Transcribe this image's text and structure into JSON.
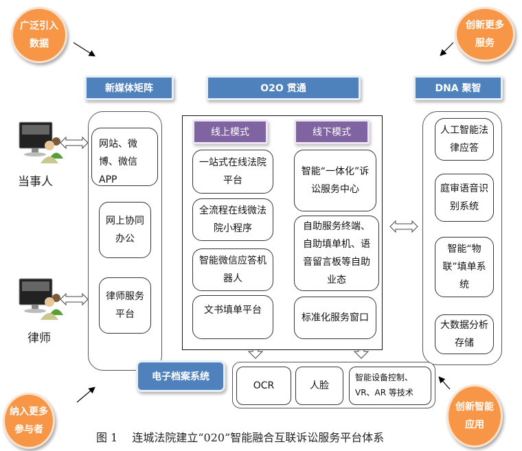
{
  "corner_circles": {
    "top_left": "广泛引入数据",
    "top_right": "创新更多服务",
    "bottom_left": "纳入更多参与者",
    "bottom_right": "创新智能应用"
  },
  "headers": {
    "new_media": "新媒体矩阵",
    "o2o": "O2O 贯通",
    "dna": "DNA 聚智",
    "archive": "电子档案系统"
  },
  "actors": {
    "party": "当事人",
    "lawyer": "律师"
  },
  "left_column": {
    "items": [
      "网站、微博、微信APP",
      "网上协同办公",
      "律师服务平台"
    ]
  },
  "center": {
    "online_label": "线上模式",
    "offline_label": "线下模式",
    "online_items": [
      "一站式在线法院平台",
      "全流程在线微法院小程序",
      "智能微信应答机器人",
      "文书填单平台"
    ],
    "offline_items": [
      "智能“一体化”诉讼服务中心",
      "自助服务终端、自助填单机、语音留言板等自助业态",
      "标准化服务窗口"
    ]
  },
  "right_column": {
    "items": [
      "人工智能法律应答",
      "庭审语音识别系统",
      "智能“物联”填单系统",
      "大数据分析存储"
    ]
  },
  "tech_row": {
    "items": [
      "OCR",
      "人脸",
      "智能设备控制、VR、AR 等技术"
    ]
  },
  "caption": "图 1　 连城法院建立“020”智能融合互联诉讼服务平台体系",
  "colors": {
    "orange": "#f79646",
    "blue": "#4f81bd",
    "purple": "#8064a2"
  }
}
